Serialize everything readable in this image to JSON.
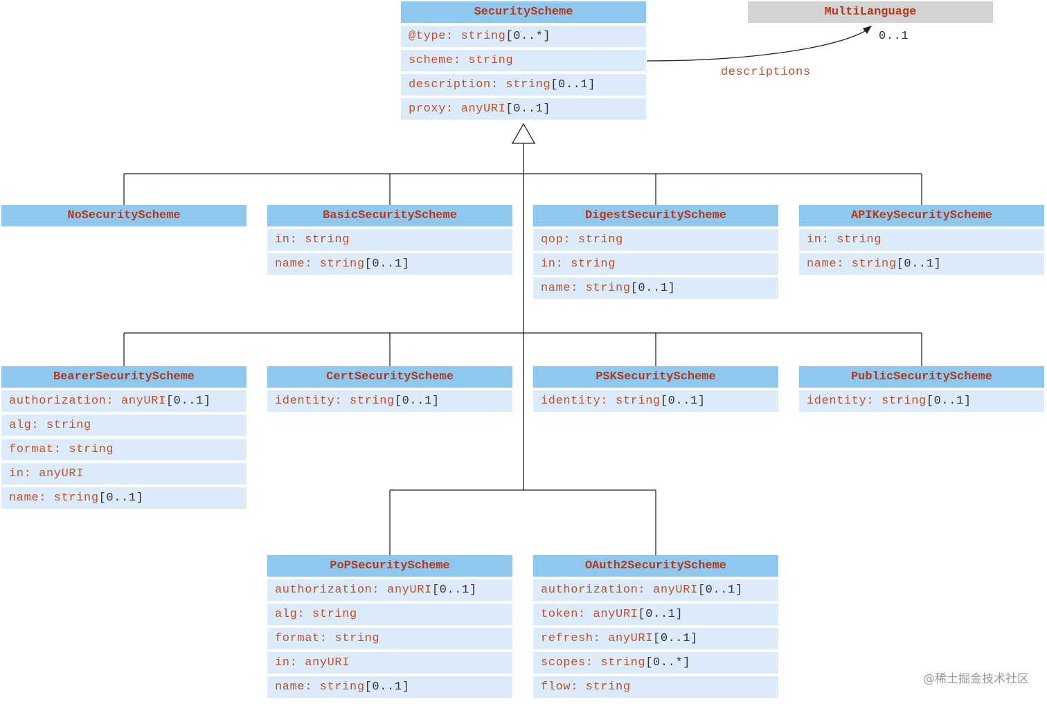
{
  "classes": {
    "security_scheme": {
      "name": "SecurityScheme",
      "attributes": [
        {
          "name": "@type: string",
          "mult": "[0..*]"
        },
        {
          "name": "scheme: string",
          "mult": ""
        },
        {
          "name": "description: string",
          "mult": "[0..1]"
        },
        {
          "name": "proxy: anyURI",
          "mult": "[0..1]"
        }
      ]
    },
    "multi_language": {
      "name": "MultiLanguage",
      "attributes": []
    },
    "no_security": {
      "name": "NoSecurityScheme",
      "attributes": []
    },
    "basic": {
      "name": "BasicSecurityScheme",
      "attributes": [
        {
          "name": "in: string",
          "mult": ""
        },
        {
          "name": "name: string",
          "mult": "[0..1]"
        }
      ]
    },
    "digest": {
      "name": "DigestSecurityScheme",
      "attributes": [
        {
          "name": "qop: string",
          "mult": ""
        },
        {
          "name": "in: string",
          "mult": ""
        },
        {
          "name": "name: string",
          "mult": "[0..1]"
        }
      ]
    },
    "apikey": {
      "name": "APIKeySecurityScheme",
      "attributes": [
        {
          "name": "in: string",
          "mult": ""
        },
        {
          "name": "name: string",
          "mult": "[0..1]"
        }
      ]
    },
    "bearer": {
      "name": "BearerSecurityScheme",
      "attributes": [
        {
          "name": "authorization: anyURI",
          "mult": "[0..1]"
        },
        {
          "name": "alg: string",
          "mult": ""
        },
        {
          "name": "format: string",
          "mult": ""
        },
        {
          "name": "in: anyURI",
          "mult": ""
        },
        {
          "name": "name: string",
          "mult": "[0..1]"
        }
      ]
    },
    "cert": {
      "name": "CertSecurityScheme",
      "attributes": [
        {
          "name": "identity: string",
          "mult": "[0..1]"
        }
      ]
    },
    "psk": {
      "name": "PSKSecurityScheme",
      "attributes": [
        {
          "name": "identity: string",
          "mult": "[0..1]"
        }
      ]
    },
    "public": {
      "name": "PublicSecurityScheme",
      "attributes": [
        {
          "name": "identity: string",
          "mult": "[0..1]"
        }
      ]
    },
    "pop": {
      "name": "PoPSecurityScheme",
      "attributes": [
        {
          "name": "authorization: anyURI",
          "mult": "[0..1]"
        },
        {
          "name": "alg: string",
          "mult": ""
        },
        {
          "name": "format: string",
          "mult": ""
        },
        {
          "name": "in: anyURI",
          "mult": ""
        },
        {
          "name": "name: string",
          "mult": "[0..1]"
        }
      ]
    },
    "oauth2": {
      "name": "OAuth2SecurityScheme",
      "attributes": [
        {
          "name": "authorization: anyURI",
          "mult": "[0..1]"
        },
        {
          "name": "token: anyURI",
          "mult": "[0..1]"
        },
        {
          "name": "refresh: anyURI",
          "mult": "[0..1]"
        },
        {
          "name": "scopes: string",
          "mult": "[0..*]"
        },
        {
          "name": "flow: string",
          "mult": ""
        }
      ]
    }
  },
  "association": {
    "label": "descriptions",
    "multiplicity": "0..1"
  },
  "watermark": "@稀土掘金技术社区",
  "colors": {
    "header_fill": "#8ec8ef",
    "header_fill_gray": "#d3d3d3",
    "attribute_fill": "#dcebfa",
    "name_text": "#c0502b",
    "multiplicity_text": "#333333",
    "line": "#222222"
  }
}
